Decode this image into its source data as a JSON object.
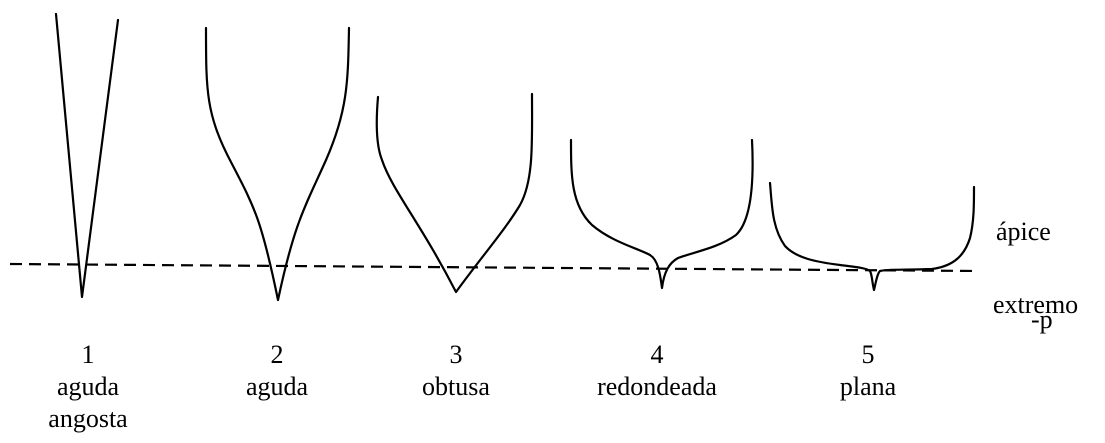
{
  "labels": {
    "apex": "ápice",
    "tip": "extremo",
    "tip_overlap": "-p"
  },
  "types": [
    {
      "number": "1",
      "name": "aguda",
      "extra": "angosta",
      "shape": "narrow-acute"
    },
    {
      "number": "2",
      "name": "aguda",
      "extra": "",
      "shape": "acute"
    },
    {
      "number": "3",
      "name": "obtusa",
      "extra": "",
      "shape": "obtuse"
    },
    {
      "number": "4",
      "name": "redondeada",
      "extra": "",
      "shape": "rounded"
    },
    {
      "number": "5",
      "name": "plana",
      "extra": "",
      "shape": "flat"
    }
  ],
  "colors": {
    "line": "#000000",
    "background": "#ffffff"
  }
}
